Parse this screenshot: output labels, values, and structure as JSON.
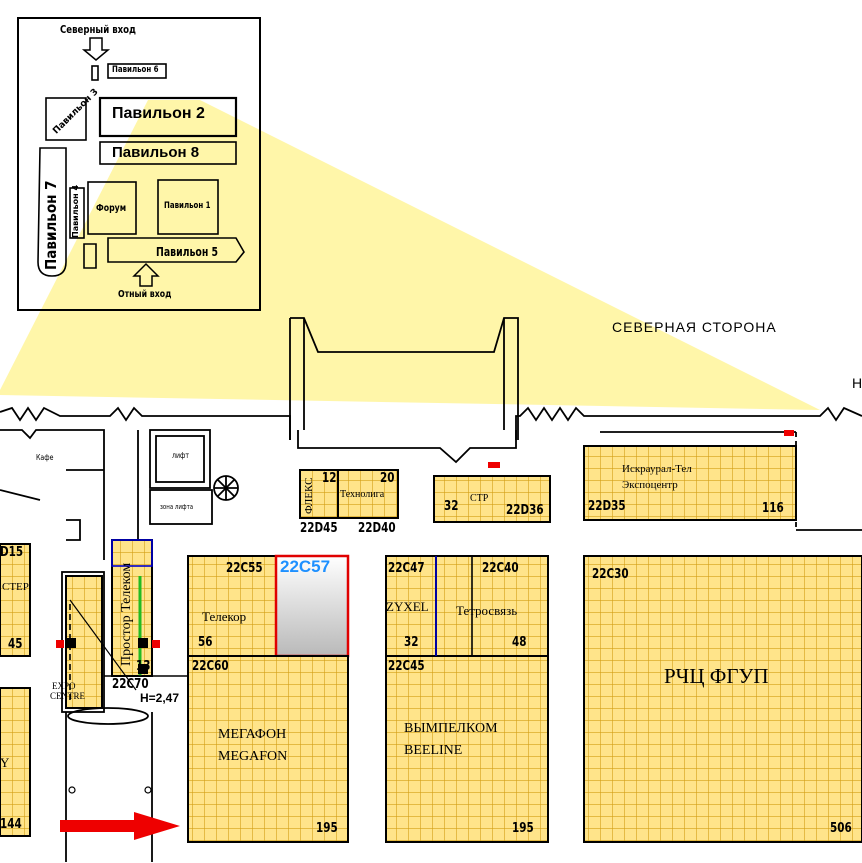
{
  "inset": {
    "north_entrance": "Северный вход",
    "main_entrance": "Отный вход",
    "pavilions": {
      "p6": "Павильон 6",
      "p3": "Павильон 3",
      "p2": "Павильон 2",
      "p8": "Павильон 8",
      "p7": "Павильон 7",
      "p4": "Павильон 4",
      "forum": "Форум",
      "p1": "Павильон 1",
      "p5": "Павильон 5"
    }
  },
  "plan": {
    "side_label": "СЕВЕРНАЯ СТОРОНА",
    "edge_letter": "Н",
    "cafe": "Кафе",
    "lift": "лифт",
    "lift_zone": "зона лифта",
    "height_note": "H=2,47",
    "expo_centre": [
      "EXPO",
      "CENTRE"
    ]
  },
  "booths": {
    "d45": {
      "code": "22D45",
      "num": "12",
      "company": "ФЛЕКС"
    },
    "d40": {
      "code": "22D40",
      "num": "20",
      "company": "Технолига"
    },
    "d36": {
      "code": "22D36",
      "num": "32",
      "company": "СТР"
    },
    "d35": {
      "code": "22D35",
      "num": "116",
      "company_lines": [
        "Искраурал-Тел",
        "Экспоцентр"
      ]
    },
    "d15": {
      "code": "D15",
      "num": "45",
      "company": "СТЕР"
    },
    "c70": {
      "code": "22C70",
      "num": "13",
      "company": "Простор Телеком"
    },
    "c55": {
      "code": "22C55",
      "num": "56",
      "company": "Телекор"
    },
    "c57": {
      "code": "22C57"
    },
    "c60": {
      "code": "22C60",
      "num": "195",
      "company_lines": [
        "МЕГАФОН",
        "MEGAFON"
      ]
    },
    "c47": {
      "code": "22C47",
      "num": "32",
      "company": "ZYXEL"
    },
    "c40": {
      "code": "22C40",
      "num": "48",
      "company": "Тетросвязь"
    },
    "c45": {
      "code": "22C45",
      "num": "195",
      "company_lines": [
        "ВЫМПЕЛКОМ",
        "BEELINE"
      ]
    },
    "c30": {
      "code": "22C30",
      "num": "506",
      "company": "РЧЦ ФГУП"
    },
    "left_edge": {
      "num": "144",
      "letter": "Y"
    }
  },
  "colors": {
    "booth_fill": "#ffe48a",
    "grid_line": "#d4a017",
    "highlight_cone": "#fff59a",
    "c57_code": "#1e90ff",
    "c57_border": "#e00000",
    "route_arrow": "#ee0000"
  }
}
